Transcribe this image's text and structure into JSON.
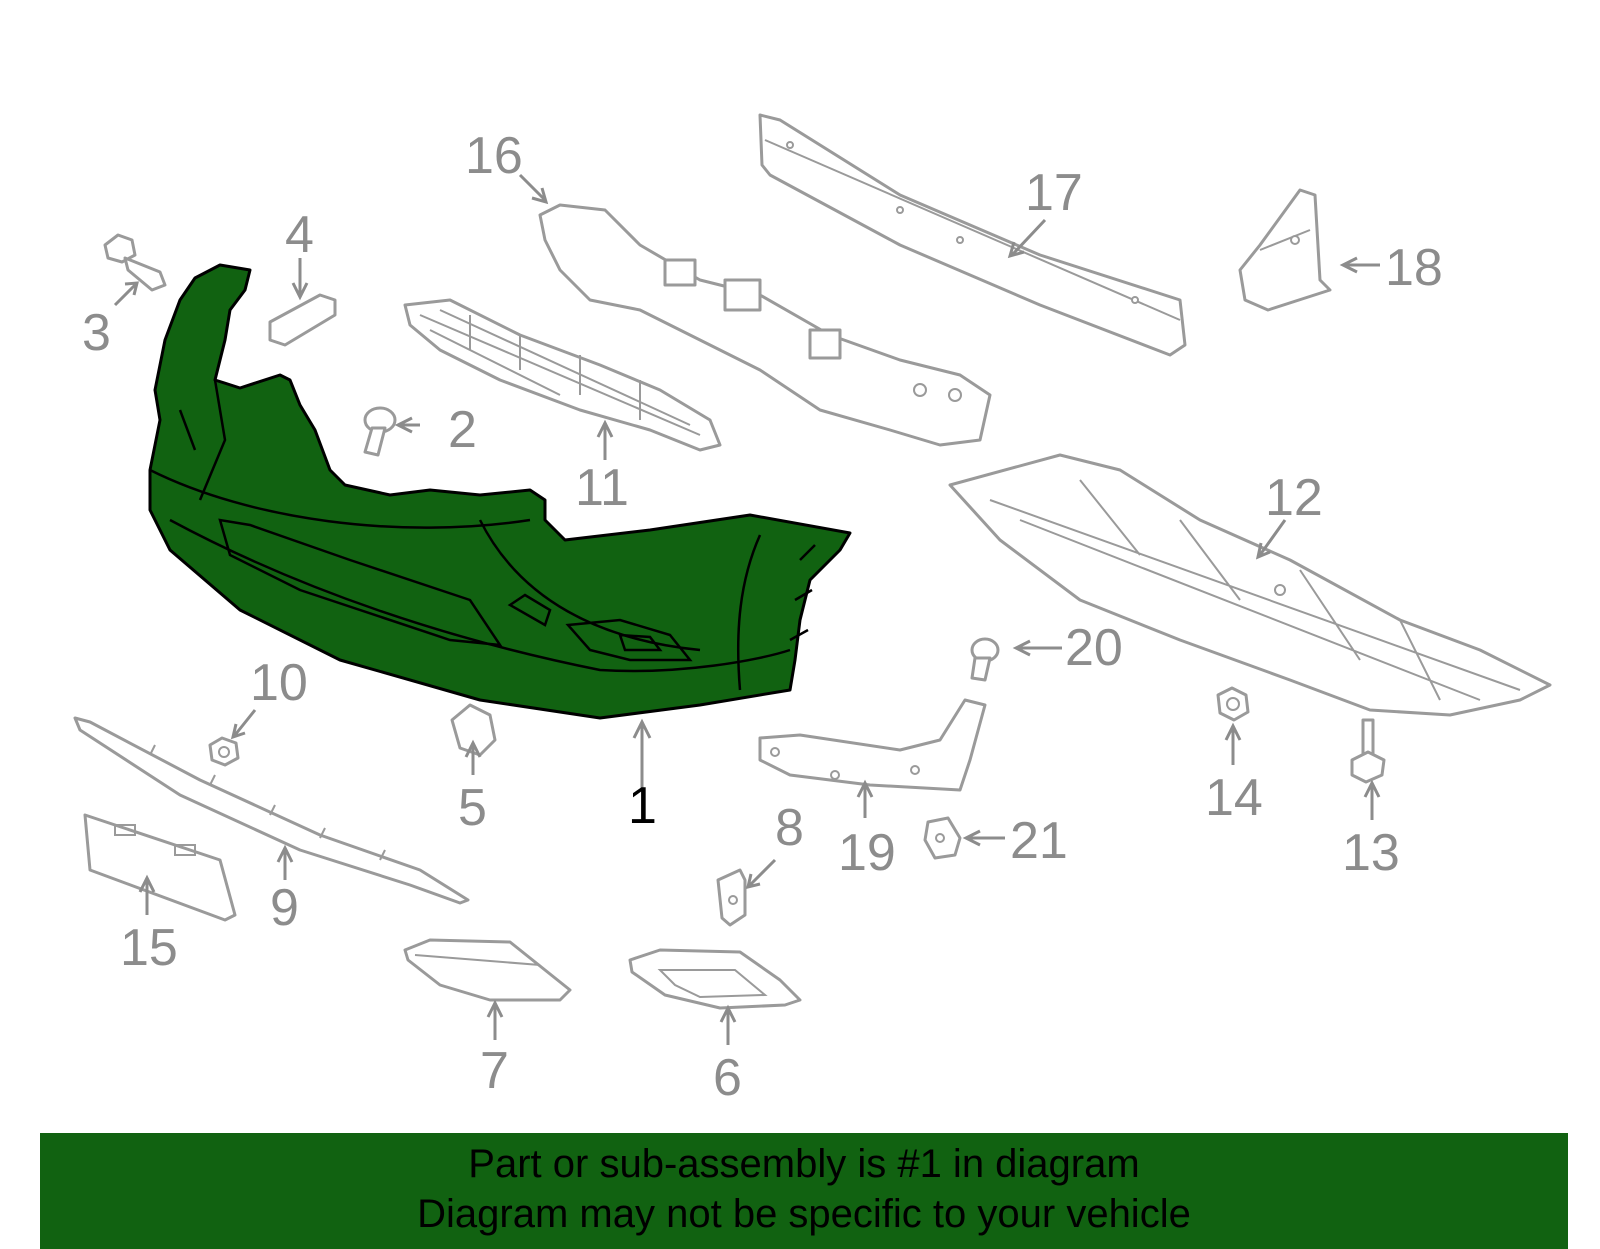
{
  "colors": {
    "highlight": "#116211",
    "part_outline": "#9a9a9a",
    "callout_text": "#8c8c8c",
    "main_callout_text": "#000000",
    "background": "#ffffff"
  },
  "diagram": {
    "highlighted_part": "1",
    "callouts": [
      {
        "id": "c1",
        "label": "1"
      },
      {
        "id": "c2",
        "label": "2"
      },
      {
        "id": "c3",
        "label": "3"
      },
      {
        "id": "c4",
        "label": "4"
      },
      {
        "id": "c5",
        "label": "5"
      },
      {
        "id": "c6",
        "label": "6"
      },
      {
        "id": "c7",
        "label": "7"
      },
      {
        "id": "c8",
        "label": "8"
      },
      {
        "id": "c9",
        "label": "9"
      },
      {
        "id": "c10",
        "label": "10"
      },
      {
        "id": "c11",
        "label": "11"
      },
      {
        "id": "c12",
        "label": "12"
      },
      {
        "id": "c13",
        "label": "13"
      },
      {
        "id": "c14",
        "label": "14"
      },
      {
        "id": "c15",
        "label": "15"
      },
      {
        "id": "c16",
        "label": "16"
      },
      {
        "id": "c17",
        "label": "17"
      },
      {
        "id": "c18",
        "label": "18"
      },
      {
        "id": "c19",
        "label": "19"
      },
      {
        "id": "c20",
        "label": "20"
      },
      {
        "id": "c21",
        "label": "21"
      }
    ]
  },
  "banner": {
    "line1": "Part or sub-assembly is #1 in diagram",
    "line2": "Diagram may not be specific to your vehicle"
  }
}
